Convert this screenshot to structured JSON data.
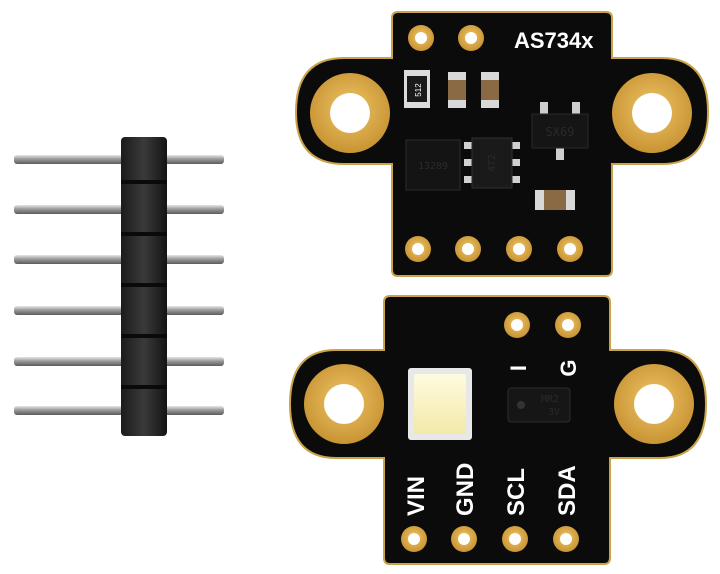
{
  "top_board": {
    "title": "AS734x",
    "resistor_code": "512",
    "ic_marking": "13289",
    "transistor_marking": "4T2",
    "regulator_marking": "SX69"
  },
  "bottom_board": {
    "label_interrupt": "I",
    "label_ground": "G",
    "pin_labels": [
      "VIN",
      "GND",
      "SCL",
      "SDA"
    ],
    "sensor_marking_line1": "MR2",
    "sensor_marking_line2": "3V"
  },
  "header": {
    "pin_count": 6
  },
  "colors": {
    "pcb": "#0b0b0b",
    "gold": "#d9a441",
    "gold_dark": "#b8842a",
    "led": "#fff6c8",
    "silkscreen": "#ffffff"
  }
}
